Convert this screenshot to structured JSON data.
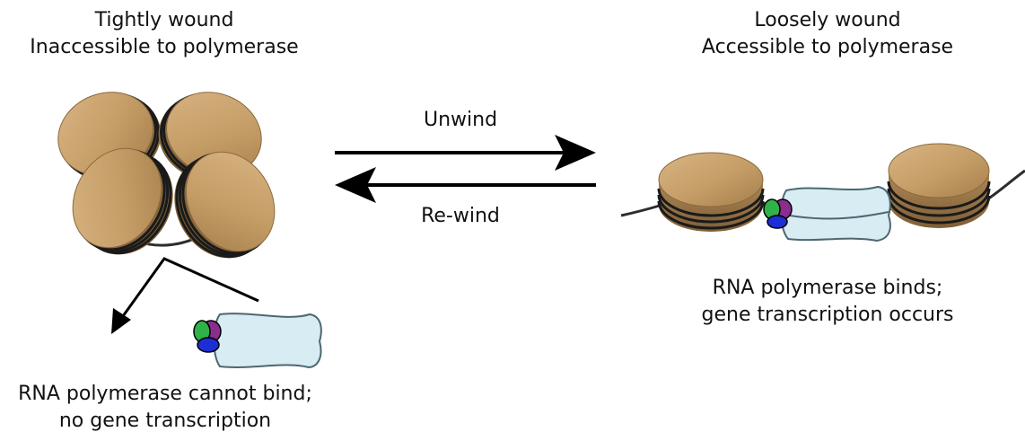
{
  "left_state": {
    "line1": "Tightly wound",
    "line2": "Inaccessible to polymerase"
  },
  "right_state": {
    "line1": "Loosely wound",
    "line2": "Accessible to polymerase"
  },
  "arrows": {
    "forward_label": "Unwind",
    "reverse_label": "Re-wind"
  },
  "left_outcome": {
    "line1": "RNA polymerase cannot bind;",
    "line2": "no gene transcription"
  },
  "right_outcome": {
    "line1": "RNA polymerase binds;",
    "line2": "gene transcription occurs"
  },
  "colors": {
    "nucleosome": "#c9a06b",
    "nucleosome_shadow": "#8a6a3f",
    "dna": "#2d2d2d",
    "polymerase_body": "#d8ecf4",
    "subunit_green": "#2fb24a",
    "subunit_purple": "#8a2d8e",
    "subunit_blue": "#1c2fd6"
  }
}
